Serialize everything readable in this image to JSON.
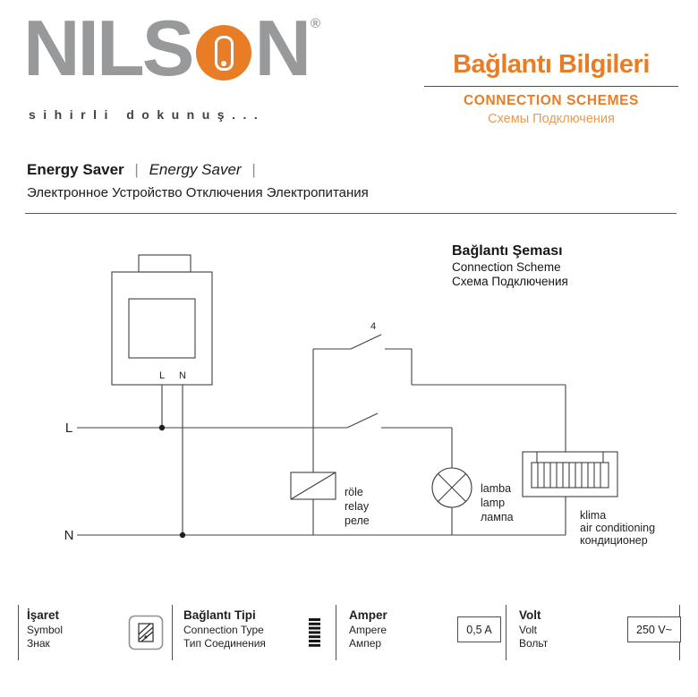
{
  "brand": {
    "logo_start": "NILS",
    "logo_end": "N",
    "registered": "®",
    "tagline": "sihirli dokunuş..."
  },
  "header": {
    "title_tr": "Bağlantı Bilgileri",
    "title_en": "CONNECTION SCHEMES",
    "title_ru": "Схемы Подключения"
  },
  "product": {
    "name_tr": "Energy Saver",
    "sep": "|",
    "name_en": "Energy Saver",
    "desc_ru": "Электронное Устройство Отключения Электропитания"
  },
  "scheme": {
    "title_tr": "Bağlantı Şeması",
    "title_en": "Connection Scheme",
    "title_ru": "Схема Подключения",
    "line_l": "L",
    "line_n": "N",
    "terminal_l": "L",
    "terminal_n": "N",
    "switch_number": "4",
    "relay_labels": [
      "röle",
      "relay",
      "реле"
    ],
    "lamp_labels": [
      "lamba",
      "lamp",
      "лампа"
    ],
    "aircon_labels": [
      "klima",
      "air conditioning",
      "кондиционер"
    ]
  },
  "footer": {
    "symbol_tr": "İşaret",
    "symbol_en": "Symbol",
    "symbol_ru": "Знак",
    "conn_tr": "Bağlantı Tipi",
    "conn_en": "Connection Type",
    "conn_ru": "Тип Соединения",
    "amp_tr": "Amper",
    "amp_en": "Ampere",
    "amp_ru": "Ампер",
    "amp_value": "0,5 A",
    "volt_tr": "Volt",
    "volt_en": "Volt",
    "volt_ru": "Вольт",
    "volt_value": "250 V~"
  },
  "colors": {
    "brand_orange": "#e87d25",
    "logo_gray": "#97999b",
    "diagram_line": "#3f3f3f"
  }
}
